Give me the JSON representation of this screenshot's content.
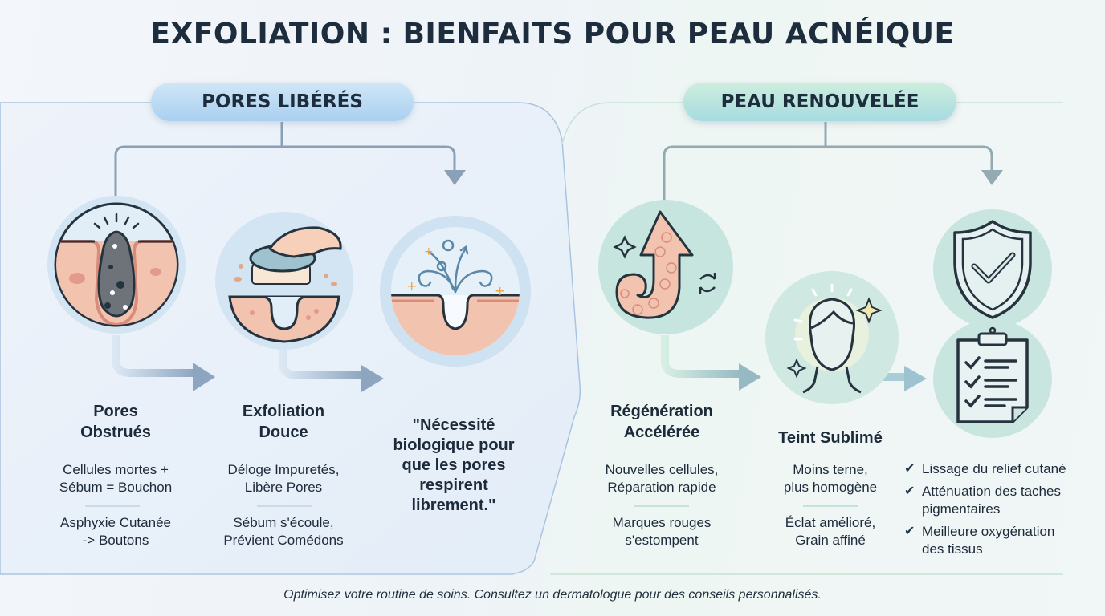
{
  "title": "EXFOLIATION : BIENFAITS POUR PEAU ACNÉIQUE",
  "colors": {
    "left_panel": "#e8f0f9",
    "left_pill": "#b6d8f2",
    "right_pill": "#b0e0db",
    "skin": "#f2c4b0",
    "skin_line": "#d98c7c",
    "outline": "#25333f",
    "accent_orange": "#f0a040",
    "connector": "#8aa0b6"
  },
  "left_section": {
    "label": "PORES LIBÉRÉS",
    "steps": [
      {
        "icon": "clogged-pore-icon",
        "title_line1": "Pores",
        "title_line2": "Obstrués",
        "desc1_line1": "Cellules mortes +",
        "desc1_line2": "Sébum = Bouchon",
        "desc2_line1": "Asphyxie Cutanée",
        "desc2_line2": "-> Boutons"
      },
      {
        "icon": "exfoliating-brush-icon",
        "title_line1": "Exfoliation",
        "title_line2": "Douce",
        "desc1_line1": "Déloge Impuretés,",
        "desc1_line2": "Libère Pores",
        "desc2_line1": "Sébum s'écoule,",
        "desc2_line2": "Prévient Comédons"
      },
      {
        "icon": "breathing-pore-icon",
        "quote_lines": [
          "\"Nécessité",
          "biologique pour",
          "que les pores",
          "respirent",
          "librement.\""
        ]
      }
    ]
  },
  "right_section": {
    "label": "PEAU RENOUVELÉE",
    "steps": [
      {
        "icon": "cell-renewal-arrow-icon",
        "title_line1": "Régénération",
        "title_line2": "Accélérée",
        "desc1_line1": "Nouvelles cellules,",
        "desc1_line2": "Réparation rapide",
        "desc2_line1": "Marques rouges",
        "desc2_line2": "s'estompent"
      },
      {
        "icon": "glowing-face-icon",
        "title_line1": "Teint Sublimé",
        "desc1_line1": "Moins terne,",
        "desc1_line2": "plus homogène",
        "desc2_line1": "Éclat amélioré,",
        "desc2_line2": "Grain affiné"
      },
      {
        "icons": [
          "shield-check-icon",
          "clipboard-checklist-icon"
        ],
        "checklist": [
          {
            "mark": "✔",
            "line1": "Lissage du relief cutané",
            "line2": ""
          },
          {
            "mark": "✔",
            "line1": "Atténuation des taches",
            "line2": "pigmentaires"
          },
          {
            "mark": "✔",
            "line1": "Meilleure oxygénation",
            "line2": "des tissus"
          }
        ]
      }
    ]
  },
  "footer": "Optimisez votre routine de soins. Consultez un dermatologue pour des conseils personnalisés."
}
